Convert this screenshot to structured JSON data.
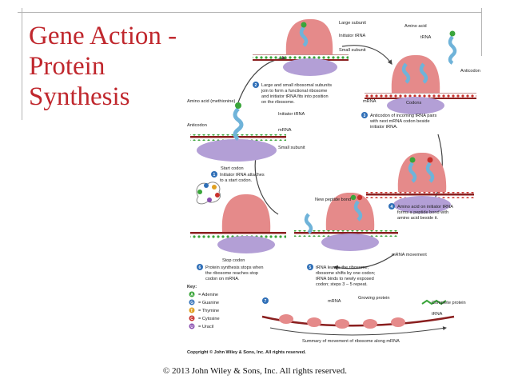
{
  "title": {
    "line1": "Gene Action -",
    "line2": "Protein",
    "line3": "Synthesis"
  },
  "footer": "© 2013 John Wiley & Sons, Inc. All rights reserved.",
  "diagram": {
    "labels": {
      "large_subunit": "Large subunit",
      "initiator_trna_top": "Initiator tRNA",
      "small_subunit_top": "Small subunit",
      "amino_acid_top": "Amino acid",
      "trna_top": "tRNA",
      "anticodon_top": "Anticodon",
      "mrna_right": "mRNA",
      "codons": "Codons",
      "amino_acid_methionine": "Amino acid (methionine)",
      "initiator_trna_left": "Initiator tRNA",
      "anticodon_left": "Anticodon",
      "mrna_left": "mRNA",
      "small_subunit_left": "Small subunit",
      "start_codon": "Start codon",
      "new_peptide_bond": "New peptide bond",
      "stop_codon": "Stop codon",
      "mrna_movement": "mRNA movement",
      "mrna_bottom": "mRNA",
      "growing_protein": "Growing protein",
      "complete_protein": "Complete protein",
      "trna_bottom": "tRNA",
      "summary": "Summary of movement of ribosome along mRNA",
      "key": "Key:",
      "copyright": "Copyright © John Wiley & Sons, Inc. All rights reserved."
    },
    "steps": [
      {
        "num": "1",
        "lines": [
          "Initiator tRNA attaches",
          "to a start codon."
        ]
      },
      {
        "num": "2",
        "lines": [
          "Large and small ribosomal subunits",
          "join to form a functional ribosome",
          "and initiator tRNA fits into position",
          "on the ribosome."
        ]
      },
      {
        "num": "3",
        "lines": [
          "Anticodon of incoming tRNA pairs",
          "with next mRNA codon beside",
          "initiator tRNA."
        ]
      },
      {
        "num": "4",
        "lines": [
          "Amino acid on initiator tRNA",
          "forms a peptide bond with",
          "amino acid beside it."
        ]
      },
      {
        "num": "5",
        "lines": [
          "tRNA leaves the ribosome;",
          "ribosome shifts by one codon;",
          "tRNA binds to newly exposed",
          "codon; steps 3 – 5 repeat."
        ]
      },
      {
        "num": "6",
        "lines": [
          "Protein synthesis stops when",
          "the ribosome reaches stop",
          "codon on mRNA."
        ]
      },
      {
        "num": "7",
        "lines": []
      }
    ],
    "key_items": [
      {
        "letter": "A",
        "label": "= Adenine",
        "color": "#3aa53a"
      },
      {
        "letter": "G",
        "label": "= Guanine",
        "color": "#2f6fb7"
      },
      {
        "letter": "T",
        "label": "= Thymine",
        "color": "#e0a020"
      },
      {
        "letter": "C",
        "label": "= Cytosine",
        "color": "#c8302c"
      },
      {
        "letter": "U",
        "label": "= Uracil",
        "color": "#8a4fb0"
      }
    ],
    "colors": {
      "title": "#c0272d",
      "large_subunit": "#e58a8a",
      "small_subunit": "#b39fd6",
      "trna": "#6fb3d9",
      "mrna": "#8a1f1f",
      "arrow": "#444444"
    }
  }
}
